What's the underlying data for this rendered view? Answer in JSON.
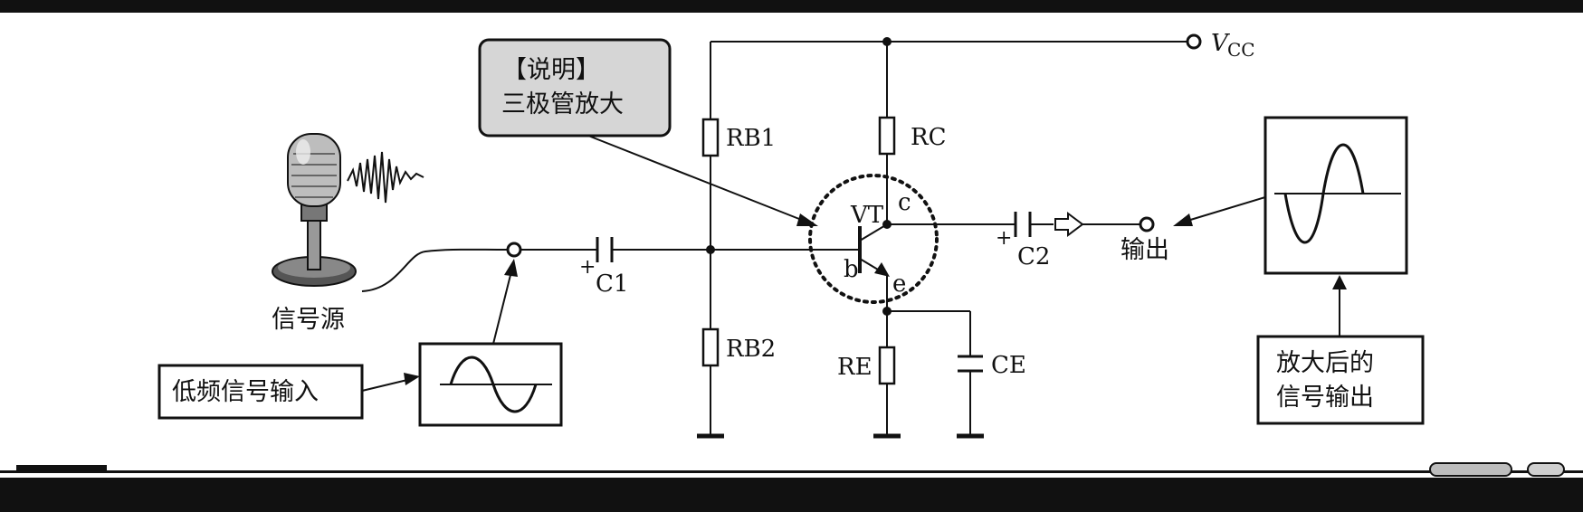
{
  "note_box": {
    "title": "【说明】",
    "body": "三极管放大"
  },
  "labels": {
    "vcc_v": "V",
    "vcc_sub": "CC",
    "rb1": "RB1",
    "rb2": "RB2",
    "rc": "RC",
    "re": "RE",
    "ce": "CE",
    "c1": "C1",
    "c2": "C2",
    "c1_polarity": "+",
    "c2_polarity": "+",
    "vt": "VT",
    "collector": "c",
    "base": "b",
    "emitter": "e",
    "output": "输出",
    "signal_source": "信号源",
    "input_label": "低频信号输入",
    "amplified_line1": "放大后的",
    "amplified_line2": "信号输出"
  },
  "colors": {
    "ink": "#111111",
    "note_fill": "#d6d6d6",
    "background": "#ffffff"
  },
  "icons": {
    "microphone": "microphone-icon",
    "sound_wave": "sound-wave-icon",
    "output_arrow": "hollow-arrow-icon"
  }
}
